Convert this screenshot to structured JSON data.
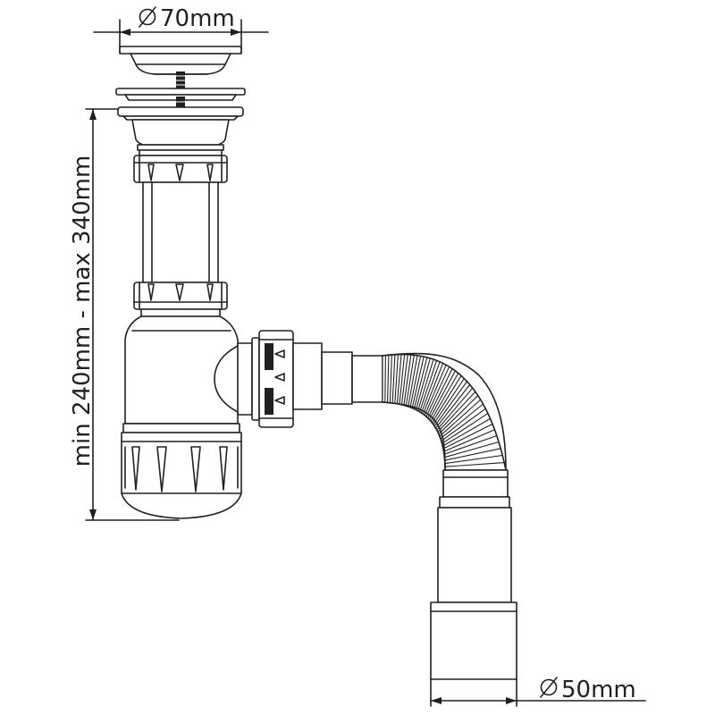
{
  "dimensions": {
    "top_diameter": "70mm",
    "bottom_diameter": "50mm",
    "height_range": "min 240mm - max 340mm"
  },
  "colors": {
    "stroke": "#231f20",
    "fill": "#ffffff",
    "dark_part": "#231f20"
  }
}
